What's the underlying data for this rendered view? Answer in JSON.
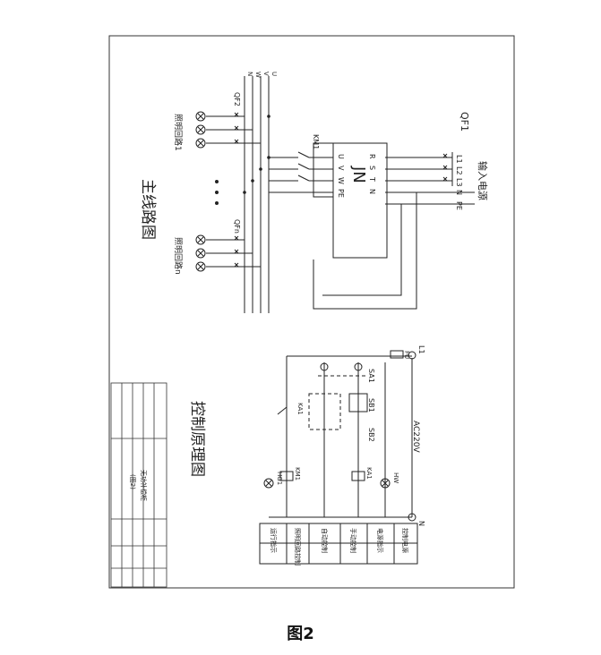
{
  "main_circuit": {
    "title": "主线路图",
    "breaker_in": "QF1",
    "input_label": "输入电源",
    "input_phases": [
      "L1",
      "L2",
      "L3",
      "N",
      "PE"
    ],
    "device_label": "JN",
    "terminals_top": [
      "R",
      "S",
      "T",
      "N"
    ],
    "terminals_bottom": [
      "U",
      "V",
      "W",
      "PE"
    ],
    "contactor": "KM1",
    "feeder_first": "QF2",
    "feeder_last": "QFn",
    "lighting_first": "照明回路1",
    "lighting_last": "照明回路n",
    "bus_labels": [
      "U",
      "V",
      "W",
      "N"
    ]
  },
  "control_circuit": {
    "title": "控制原理图",
    "supply": "AC220V",
    "line_label": "L1",
    "fuse": "FU",
    "neutral": "N",
    "selector": "SA1",
    "buttons": [
      "SB1",
      "SB2"
    ],
    "relay": "KA1",
    "contactor": "KM1",
    "lamp_hw": "HW",
    "lamp_hg": "HG1",
    "legend": [
      "控制电源",
      "电源指示",
      "手动控制",
      "自动控制",
      "照明回路控制",
      "运行指示"
    ]
  },
  "title_block": {
    "product": "无功补偿柜",
    "drawing_no": "(图2)"
  },
  "figure_caption": "图2"
}
